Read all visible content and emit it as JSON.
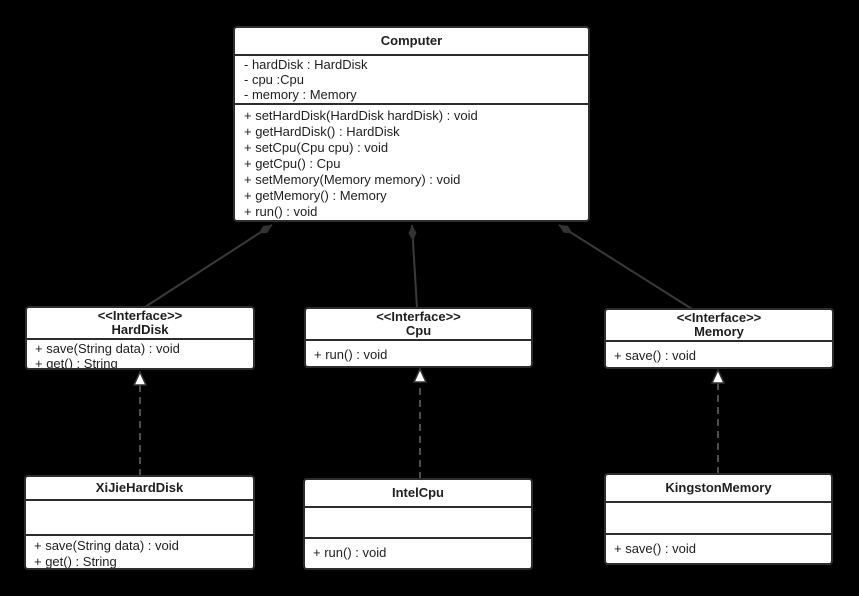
{
  "diagram": {
    "type": "uml-class-diagram",
    "background_color": "#000000",
    "box_fill": "#ffffff",
    "box_border_color": "#2d2d2d",
    "text_color": "#1f1f1f",
    "solid_line_color": "#3a3a3a",
    "dashed_line_color": "#4d4d4d",
    "diamond_fill": "#333333",
    "triangle_fill": "#ffffff"
  },
  "classes": {
    "computer": {
      "name": "Computer",
      "attributes": [
        "- hardDisk : HardDisk",
        "- cpu :Cpu",
        "- memory : Memory"
      ],
      "methods": [
        "+ setHardDisk(HardDisk hardDisk) : void",
        "+ getHardDisk() : HardDisk",
        "+ setCpu(Cpu cpu) : void",
        "+ getCpu() : Cpu",
        "+ setMemory(Memory memory) : void",
        "+ getMemory() : Memory",
        "+ run() : void"
      ]
    },
    "harddisk_interface": {
      "stereotype": "<<Interface>>",
      "name": "HardDisk",
      "methods": [
        "+ save(String data) : void",
        "+ get() : String"
      ]
    },
    "cpu_interface": {
      "stereotype": "<<Interface>>",
      "name": "Cpu",
      "methods": [
        "+ run() : void"
      ]
    },
    "memory_interface": {
      "stereotype": "<<Interface>>",
      "name": "Memory",
      "methods": [
        "+ save() : void"
      ]
    },
    "xijie_harddisk": {
      "name": "XiJieHardDisk",
      "attributes": [],
      "methods": [
        "+ save(String data) : void",
        "+ get() : String"
      ]
    },
    "intel_cpu": {
      "name": "IntelCpu",
      "attributes": [],
      "methods": [
        "+ run() : void"
      ]
    },
    "kingston_memory": {
      "name": "KingstonMemory",
      "attributes": [],
      "methods": [
        "+ save() : void"
      ]
    }
  },
  "relationships": [
    {
      "type": "composition",
      "from": "HardDisk",
      "to": "Computer",
      "line": "solid",
      "marker": "filled-diamond"
    },
    {
      "type": "composition",
      "from": "Cpu",
      "to": "Computer",
      "line": "solid",
      "marker": "filled-diamond"
    },
    {
      "type": "composition",
      "from": "Memory",
      "to": "Computer",
      "line": "solid",
      "marker": "filled-diamond"
    },
    {
      "type": "realization",
      "from": "XiJieHardDisk",
      "to": "HardDisk",
      "line": "dashed",
      "marker": "hollow-triangle"
    },
    {
      "type": "realization",
      "from": "IntelCpu",
      "to": "Cpu",
      "line": "dashed",
      "marker": "hollow-triangle"
    },
    {
      "type": "realization",
      "from": "KingstonMemory",
      "to": "Memory",
      "line": "dashed",
      "marker": "hollow-triangle"
    }
  ]
}
